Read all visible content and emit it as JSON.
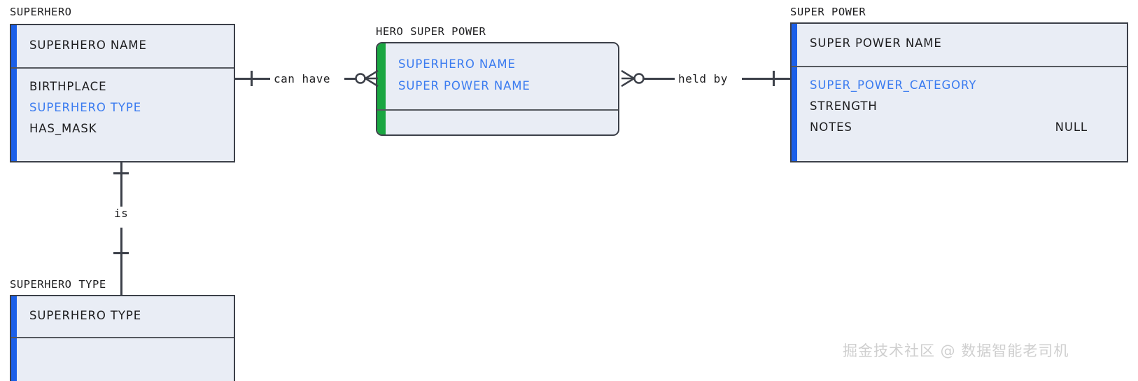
{
  "diagram": {
    "type": "entity-relationship-diagram",
    "notation": "crows-foot",
    "background": "#ffffff",
    "colors": {
      "entity_fill": "#e9edf5",
      "entity_border": "#3c4049",
      "primary_accent": "#1b5fe8",
      "associative_accent": "#1aa641",
      "foreign_key_text": "#3a7bf0",
      "normal_text": "#1d1d1f"
    }
  },
  "entities": {
    "superhero": {
      "title": "SUPERHERO",
      "primary_keys": [
        "SUPERHERO NAME"
      ],
      "attributes": [
        {
          "name": "BIRTHPLACE",
          "is_key": false,
          "flag": ""
        },
        {
          "name": "SUPERHERO TYPE",
          "is_key": true,
          "flag": ""
        },
        {
          "name": "HAS_MASK",
          "is_key": false,
          "flag": ""
        }
      ]
    },
    "hero_super_power": {
      "title": "HERO SUPER POWER",
      "primary_keys": [
        "SUPERHERO NAME",
        "SUPER POWER NAME"
      ],
      "attributes": []
    },
    "super_power": {
      "title": "SUPER POWER",
      "primary_keys": [
        "SUPER POWER NAME"
      ],
      "attributes": [
        {
          "name": "SUPER_POWER_CATEGORY",
          "is_key": true,
          "flag": ""
        },
        {
          "name": "STRENGTH",
          "is_key": false,
          "flag": ""
        },
        {
          "name": "NOTES",
          "is_key": false,
          "flag": "NULL"
        }
      ]
    },
    "superhero_type": {
      "title": "SUPERHERO TYPE",
      "primary_keys": [
        "SUPERHERO TYPE"
      ],
      "attributes": []
    }
  },
  "relationships": [
    {
      "label": "can have",
      "from": "SUPERHERO",
      "to": "HERO SUPER POWER",
      "from_cardinality": "one-mandatory",
      "to_cardinality": "zero-or-many"
    },
    {
      "label": "held by",
      "from": "HERO SUPER POWER",
      "to": "SUPER POWER",
      "from_cardinality": "zero-or-many",
      "to_cardinality": "one-mandatory"
    },
    {
      "label": "is",
      "from": "SUPERHERO",
      "to": "SUPERHERO TYPE",
      "from_cardinality": "one-mandatory",
      "to_cardinality": "one-mandatory"
    }
  ],
  "watermark": {
    "text": "掘金技术社区 @ 数据智能老司机"
  }
}
